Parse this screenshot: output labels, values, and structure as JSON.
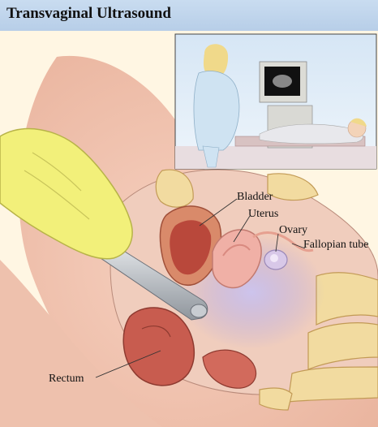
{
  "title": "Transvaginal Ultrasound",
  "labels": {
    "bladder": "Bladder",
    "uterus": "Uterus",
    "ovary": "Ovary",
    "fallopian_tube": "Fallopian tube",
    "rectum": "Rectum"
  },
  "colors": {
    "header_bg": "#b7cee8",
    "page_bg": "#fffbe3",
    "skin": "#f3c7b2",
    "glove": "#f2f07a",
    "probe": "#b9bec4",
    "bone": "#f2dba0",
    "organ": "#d76a5c"
  }
}
